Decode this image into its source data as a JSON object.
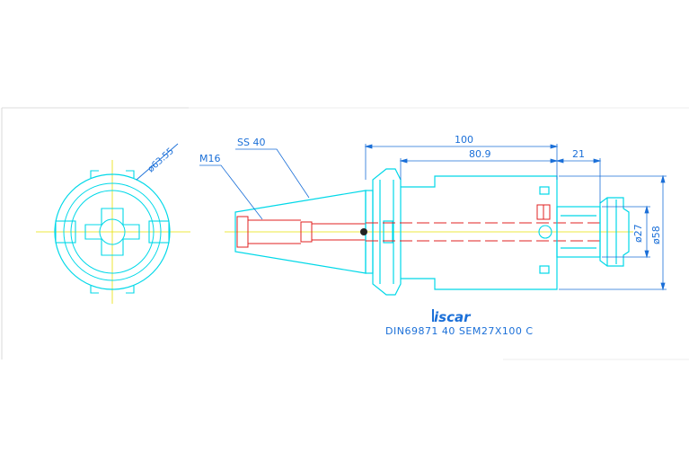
{
  "labels": {
    "dia_end": "ø63.55",
    "thread": "M16",
    "taper": "SS 40",
    "overall_length": "100",
    "body_length": "80.9",
    "shank_length": "21",
    "shank_dia": "ø27",
    "body_dia": "ø58",
    "designation": "DIN69871 40 SEM27X100 C"
  },
  "logo": {
    "text": "iscar"
  },
  "colors": {
    "outline": "#00d8e8",
    "dimension": "#1a6fd8",
    "centerline": "#e8e000",
    "hidden": "#e02020",
    "background": "#ffffff",
    "sheet_border": "#c8c8c8"
  }
}
